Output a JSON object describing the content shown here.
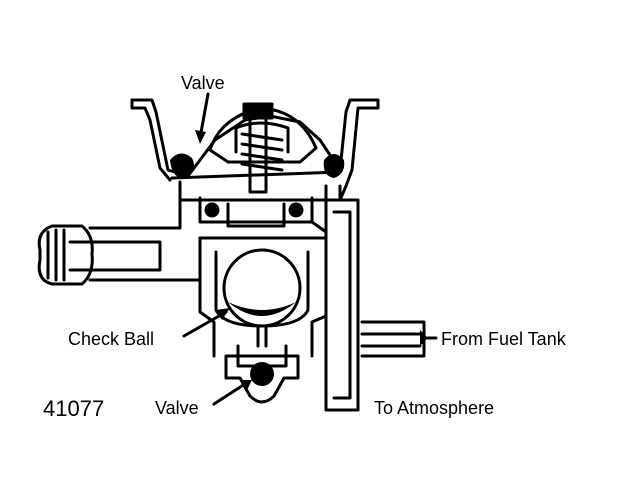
{
  "figure_number": "41077",
  "labels": {
    "valve_top": "Valve",
    "check_ball": "Check Ball",
    "from_fuel_tank": "From Fuel Tank",
    "valve_bottom": "Valve",
    "to_atmosphere": "To Atmosphere"
  },
  "colors": {
    "ink": "#000000",
    "paper": "#ffffff"
  }
}
